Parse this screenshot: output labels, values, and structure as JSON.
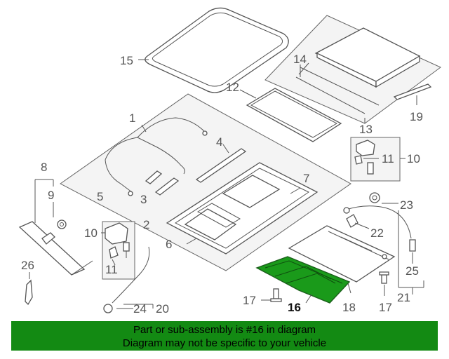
{
  "diagram": {
    "callouts": {
      "c1": "1",
      "c2": "2",
      "c3": "3",
      "c4": "4",
      "c5": "5",
      "c6": "6",
      "c7": "7",
      "c8": "8",
      "c9": "9",
      "c10a": "10",
      "c10b": "10",
      "c11a": "11",
      "c11b": "11",
      "c12": "12",
      "c13": "13",
      "c14": "14",
      "c15": "15",
      "c16": "16",
      "c17a": "17",
      "c17b": "17",
      "c18": "18",
      "c19": "19",
      "c20": "20",
      "c21": "21",
      "c22": "22",
      "c23": "23",
      "c24": "24",
      "c25": "25",
      "c26": "26"
    },
    "highlight_part": "16",
    "highlight_color": "#1a9a1a",
    "line_color": "#555555"
  },
  "banner": {
    "line1": "Part or sub-assembly is #16 in diagram",
    "line2": "Diagram may not be specific to your vehicle",
    "background": "#138a13"
  }
}
